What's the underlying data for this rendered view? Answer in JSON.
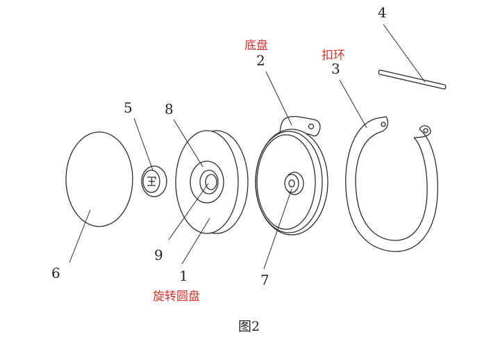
{
  "labels": {
    "n1": "1",
    "n2": "2",
    "n3": "3",
    "n4": "4",
    "n5": "5",
    "n6": "6",
    "n7": "7",
    "n8": "8",
    "n9": "9"
  },
  "annotations": {
    "base_plate": "底盘",
    "clasp_ring": "扣环",
    "rotating_disc": "旋转圆盘"
  },
  "caption": "图2"
}
